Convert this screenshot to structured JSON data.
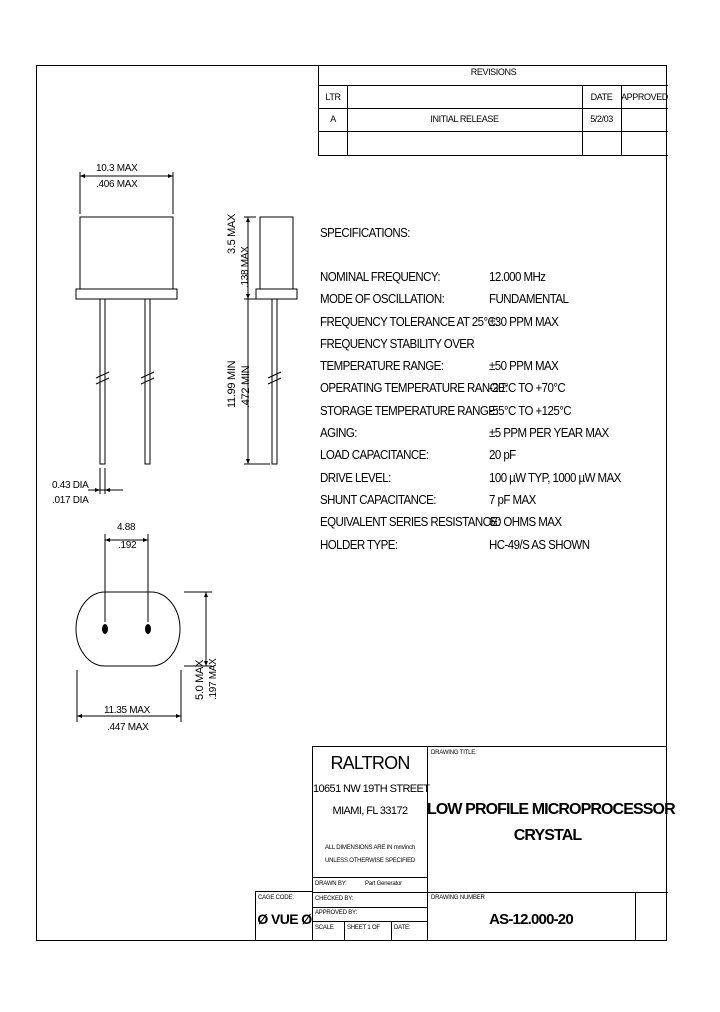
{
  "revisions": {
    "title": "REVISIONS",
    "col_ltr": "LTR",
    "col_date": "DATE",
    "col_approved": "APPROVED",
    "rows": [
      {
        "ltr": "A",
        "desc": "INITIAL RELEASE",
        "date": "5/2/03",
        "approved": ""
      }
    ]
  },
  "dimensions": {
    "top_width_mm": "10.3 MAX",
    "top_width_in": ".406 MAX",
    "height_mm": "3.5 MAX",
    "height_in": ".138 MAX",
    "lead_len_mm": "11.99 MIN",
    "lead_len_in": ".472 MIN",
    "lead_dia_mm": "0.43 DIA",
    "lead_dia_in": ".017 DIA",
    "pitch_mm": "4.88",
    "pitch_in": ".192",
    "bottom_width_mm": "11.35 MAX",
    "bottom_width_in": ".447 MAX",
    "depth_mm": "5.0 MAX",
    "depth_in": ".197 MAX"
  },
  "specs": {
    "heading": "SPECIFICATIONS:",
    "rows": [
      {
        "label": "NOMINAL FREQUENCY:",
        "value": "12.000 MHz"
      },
      {
        "label": "MODE OF OSCILLATION:",
        "value": "FUNDAMENTAL"
      },
      {
        "label": "FREQUENCY TOLERANCE AT 25°C:",
        "value": "±30 PPM MAX"
      },
      {
        "label": "FREQUENCY STABILITY OVER",
        "value": ""
      },
      {
        "label": "TEMPERATURE RANGE:",
        "value": "±50 PPM MAX"
      },
      {
        "label": "OPERATING TEMPERATURE RANGE:",
        "value": "-20°C TO +70°C"
      },
      {
        "label": "STORAGE TEMPERATURE RANGE:",
        "value": "-55°C TO +125°C"
      },
      {
        "label": "AGING:",
        "value": "±5 PPM PER YEAR MAX"
      },
      {
        "label": "LOAD CAPACITANCE:",
        "value": "20 pF"
      },
      {
        "label": "DRIVE LEVEL:",
        "value": "100 µW TYP, 1000 µW MAX"
      },
      {
        "label": "SHUNT CAPACITANCE:",
        "value": "7 pF MAX"
      },
      {
        "label": "EQUIVALENT SERIES RESISTANCE:",
        "value": "60 OHMS MAX"
      },
      {
        "label": "HOLDER TYPE:",
        "value": "HC-49/S AS SHOWN"
      }
    ]
  },
  "titleblock": {
    "company": "RALTRON",
    "address1": "10651 NW 19TH STREET",
    "address2": "MIAMI, FL 33172",
    "note1": "ALL DIMENSIONS ARE IN mm/inch",
    "note2": "UNLESS OTHERWISE SPECIFIED",
    "drawn_by_label": "DRAWN BY:",
    "drawn_by_value": "Part Generator",
    "checked_by_label": "CHECKED BY:",
    "approved_by_label": "APPROVED BY:",
    "scale_label": "SCALE",
    "sheet_label": "SHEET 1 OF",
    "date_label": "DATE:",
    "cage_label": "CAGE CODE:",
    "cage_value": "Ø VUE Ø",
    "drawing_title_label": "DRAWING TITLE:",
    "drawing_title_line1": "LOW PROFILE MICROPROCESSOR",
    "drawing_title_line2": "CRYSTAL",
    "drawing_number_label": "DRAWING NUMBER",
    "drawing_number": "AS-12.000-20"
  }
}
